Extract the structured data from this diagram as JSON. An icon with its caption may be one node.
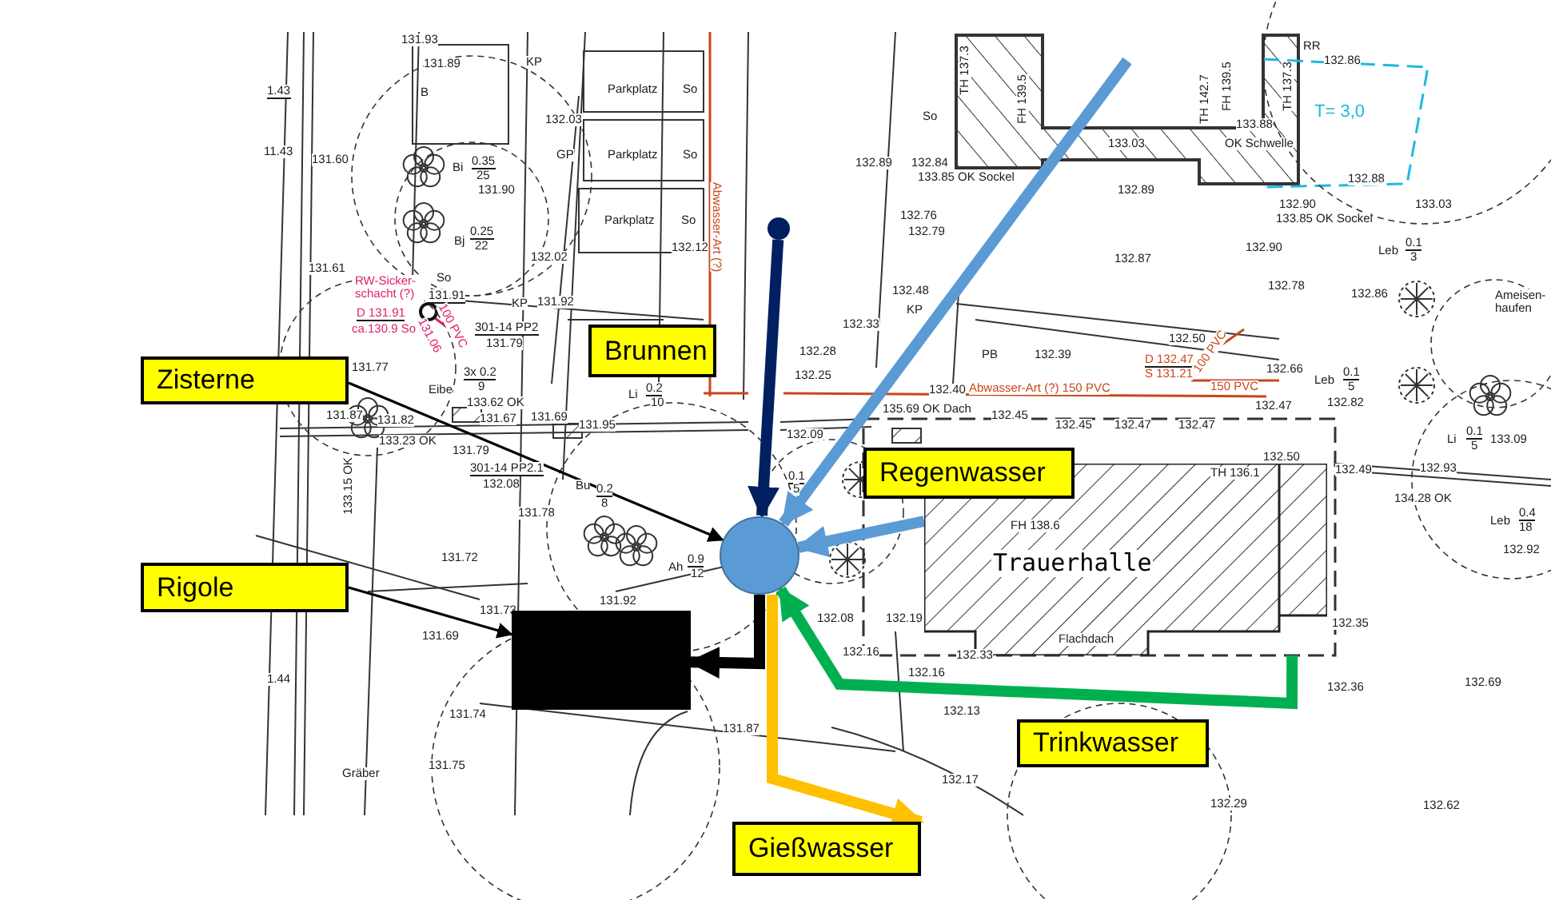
{
  "diagram": {
    "nodes": [
      {
        "text": [],
        "shape": "circle"
      },
      {
        "text": [
          "Brunnen"
        ]
      },
      {
        "text": [
          "Zisterne"
        ]
      },
      {
        "text": [
          "Regenwasser"
        ]
      },
      {
        "text": [
          "Trauerhalle"
        ]
      },
      {
        "text": [],
        "shape": "circle"
      },
      {
        "text": [
          "Rigole"
        ]
      },
      {
        "text": [],
        "shape": "box"
      },
      {
        "text": [
          "Trinkwasser"
        ]
      },
      {
        "text": [
          "Gießwasser"
        ]
      }
    ],
    "edges": [
      {
        "from": 0,
        "to": 5,
        "arrow": "to",
        "color": "#002060"
      },
      {
        "from": null,
        "to": 5,
        "arrow": "to",
        "color": "#5b9bd5"
      },
      {
        "from": 4,
        "to": 5,
        "arrow": "to",
        "color": "#5b9bd5"
      },
      {
        "from": 4,
        "to": 5,
        "arrow": "to",
        "color": "#00b050"
      },
      {
        "from": 5,
        "to": 7,
        "arrow": "to"
      },
      {
        "from": 5,
        "to": 9,
        "arrow": "to",
        "color": "#ffc000"
      },
      {
        "from": 2,
        "to": 5,
        "arrow": "to"
      },
      {
        "from": 6,
        "to": 7,
        "arrow": "to"
      }
    ],
    "labels": [
      "1.43",
      "11.43",
      "131.93",
      "131.89",
      "B",
      "KP",
      "131.60",
      "Bi",
      "0.35",
      "25",
      "131.90",
      "Bj",
      "0.25",
      "22",
      "131.61",
      "So",
      "131.91",
      "RW-Sicker- schacht (?)",
      "D 131.91",
      "ca.130.9 So",
      "100 PVC",
      "131.06",
      "KP",
      "131.92",
      "301-14 PP2",
      "131.79",
      "3x 0.2",
      "9",
      "133.62 OK",
      "131.77",
      "Eibe",
      "131.87",
      "131.82",
      "GP",
      "132.03",
      "132.02",
      "Parkplatz",
      "So",
      "Parkplatz",
      "So",
      "Parkplatz",
      "So",
      "132.12",
      "Abwasser-Art (?)",
      "So",
      "132.89",
      "132.84",
      "133.85 OK Sockel",
      "TH 137.3",
      "FH 139.5",
      "132.76",
      "132.79",
      "133.03",
      "132.89",
      "132.87",
      "132.48",
      "KP",
      "132.33",
      "132.28",
      "PB",
      "132.39",
      "132.25",
      "132.40",
      "Abwasser-Art (?) 150 PVC",
      "135.69 OK Dach",
      "132.45",
      "132.45",
      "132.47",
      "RR",
      "132.86",
      "T= 3,0",
      "TH 142.7",
      "FH 139.5",
      "TH 137.3",
      "133.88",
      "OK Schwelle",
      "132.88",
      "132.90",
      "133.85 OK Sockel",
      "133.03",
      "132.90",
      "Leb",
      "0.1",
      "3",
      "132.78",
      "132.86",
      "Ameisen- haufen",
      "132.50",
      "D 132.47",
      "S 131.21",
      "100 PVC",
      "150 PVC",
      "132.66",
      "Leb",
      "0.1",
      "5",
      "132.82",
      "132.47",
      "132.47",
      "133.23 OK",
      "133.15 OK",
      "131.67",
      "131.69",
      "131.79",
      "301-14 PP2.1",
      "132.08",
      "Bu",
      "0.2",
      "8",
      "131.78",
      "131.72",
      "131.73",
      "131.92",
      "Ah",
      "0.9",
      "12",
      "131.69",
      "1.44",
      "131.74",
      "131.75",
      "Gräber",
      "131.95",
      "Li",
      "0.2",
      "10",
      "132.09",
      "0.1",
      "5",
      "132.08",
      "132.19",
      "FH 138.6",
      "Flachdach",
      "132.16",
      "132.33",
      "132.16",
      "132.13",
      "131.87",
      "132.17",
      "TH 136.1",
      "132.50",
      "132.49",
      "132.93",
      "134.28 OK",
      "Li",
      "0.1",
      "5",
      "133.09",
      "Leb",
      "0.4",
      "18",
      "132.92",
      "132.35",
      "132.36",
      "132.69",
      "132.29",
      "132.62"
    ]
  }
}
